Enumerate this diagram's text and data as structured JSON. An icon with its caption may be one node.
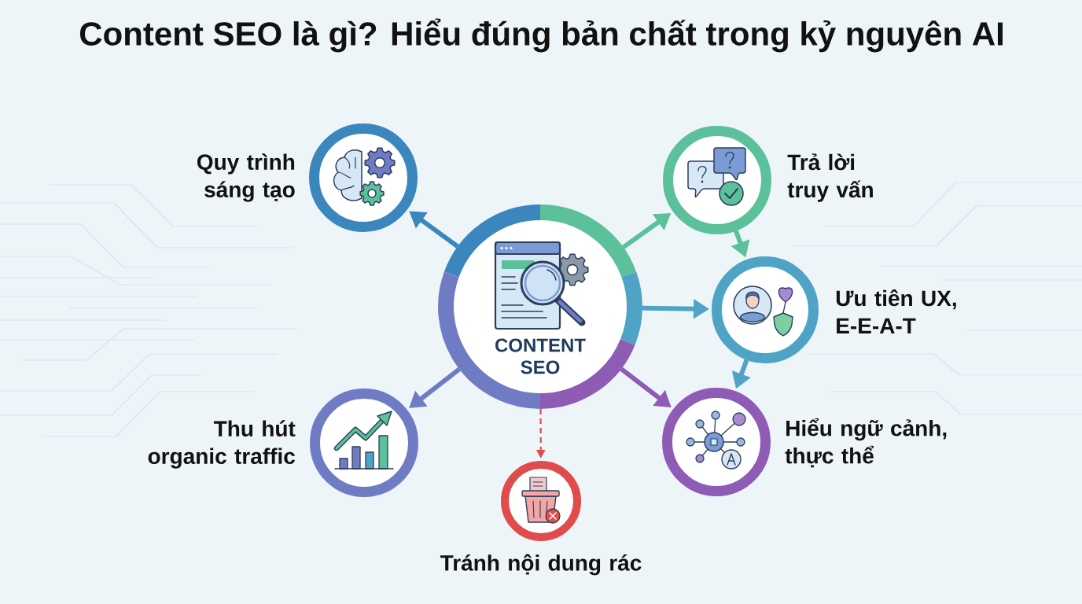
{
  "diagram": {
    "title": "Content SEO là gì? Hiểu đúng bản chất trong kỷ nguyên AI",
    "nodes": [
      {
        "text": [
          "Quy trình sáng tạo"
        ]
      },
      {
        "text": [
          "Trả lời truy vấn"
        ]
      },
      {
        "text": [
          "CONTENT SEO"
        ]
      },
      {
        "text": [
          "Ưu tiên UX, E-E-A-T"
        ]
      },
      {
        "text": [
          "Thu hút organic traffic"
        ]
      },
      {
        "text": [
          "Hiểu ngữ cảnh, thực thể"
        ]
      },
      {
        "text": [
          "Tránh nội dung rác"
        ]
      }
    ],
    "edges": [
      {
        "from": 2,
        "to": 0,
        "arrow": "to",
        "color": "#3b87bd"
      },
      {
        "from": 2,
        "to": 1,
        "arrow": "to",
        "color": "#5cc09a"
      },
      {
        "from": 1,
        "to": 3,
        "arrow": "to",
        "color": "#5cc09a"
      },
      {
        "from": 2,
        "to": 3,
        "arrow": "to",
        "color": "#4fa3c4"
      },
      {
        "from": 3,
        "to": 5,
        "arrow": "to",
        "color": "#4fa3c4"
      },
      {
        "from": 2,
        "to": 4,
        "arrow": "to",
        "color": "#6f7cc4"
      },
      {
        "from": 2,
        "to": 5,
        "arrow": "to",
        "color": "#8e5bb5"
      },
      {
        "from": 2,
        "to": 6,
        "arrow": "to",
        "style": "dashed",
        "color": "#e04b4b"
      }
    ]
  }
}
